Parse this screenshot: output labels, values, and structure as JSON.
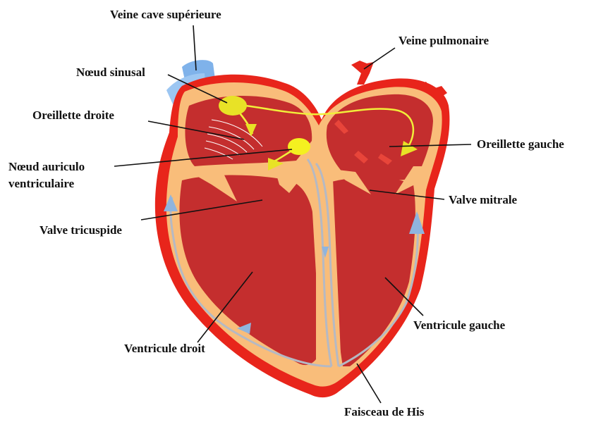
{
  "diagram": {
    "labels": {
      "veine_cave": "Veine cave supérieure",
      "veine_pulmonaire": "Veine pulmonaire",
      "noeud_sinusal": "Nœud sinusal",
      "oreillette_droite": "Oreillette droite",
      "noeud_av_line1": "Nœud auriculo",
      "noeud_av_line2": "ventriculaire",
      "oreillette_gauche": "Oreillette gauche",
      "valve_mitrale": "Valve mitrale",
      "valve_tricuspide": "Valve tricuspide",
      "ventricule_gauche": "Ventricule gauche",
      "ventricule_droit": "Ventricule droit",
      "faisceau_his": "Faisceau de His"
    },
    "colors": {
      "outer_wall": "#e8251b",
      "inner_wall": "#f9bd7a",
      "chamber": "#c42e2e",
      "conduction": "#f1ef3a",
      "nerve_path": "#b5b9c4",
      "vessel_blue": "#7fb2ea",
      "text": "#111111"
    }
  }
}
